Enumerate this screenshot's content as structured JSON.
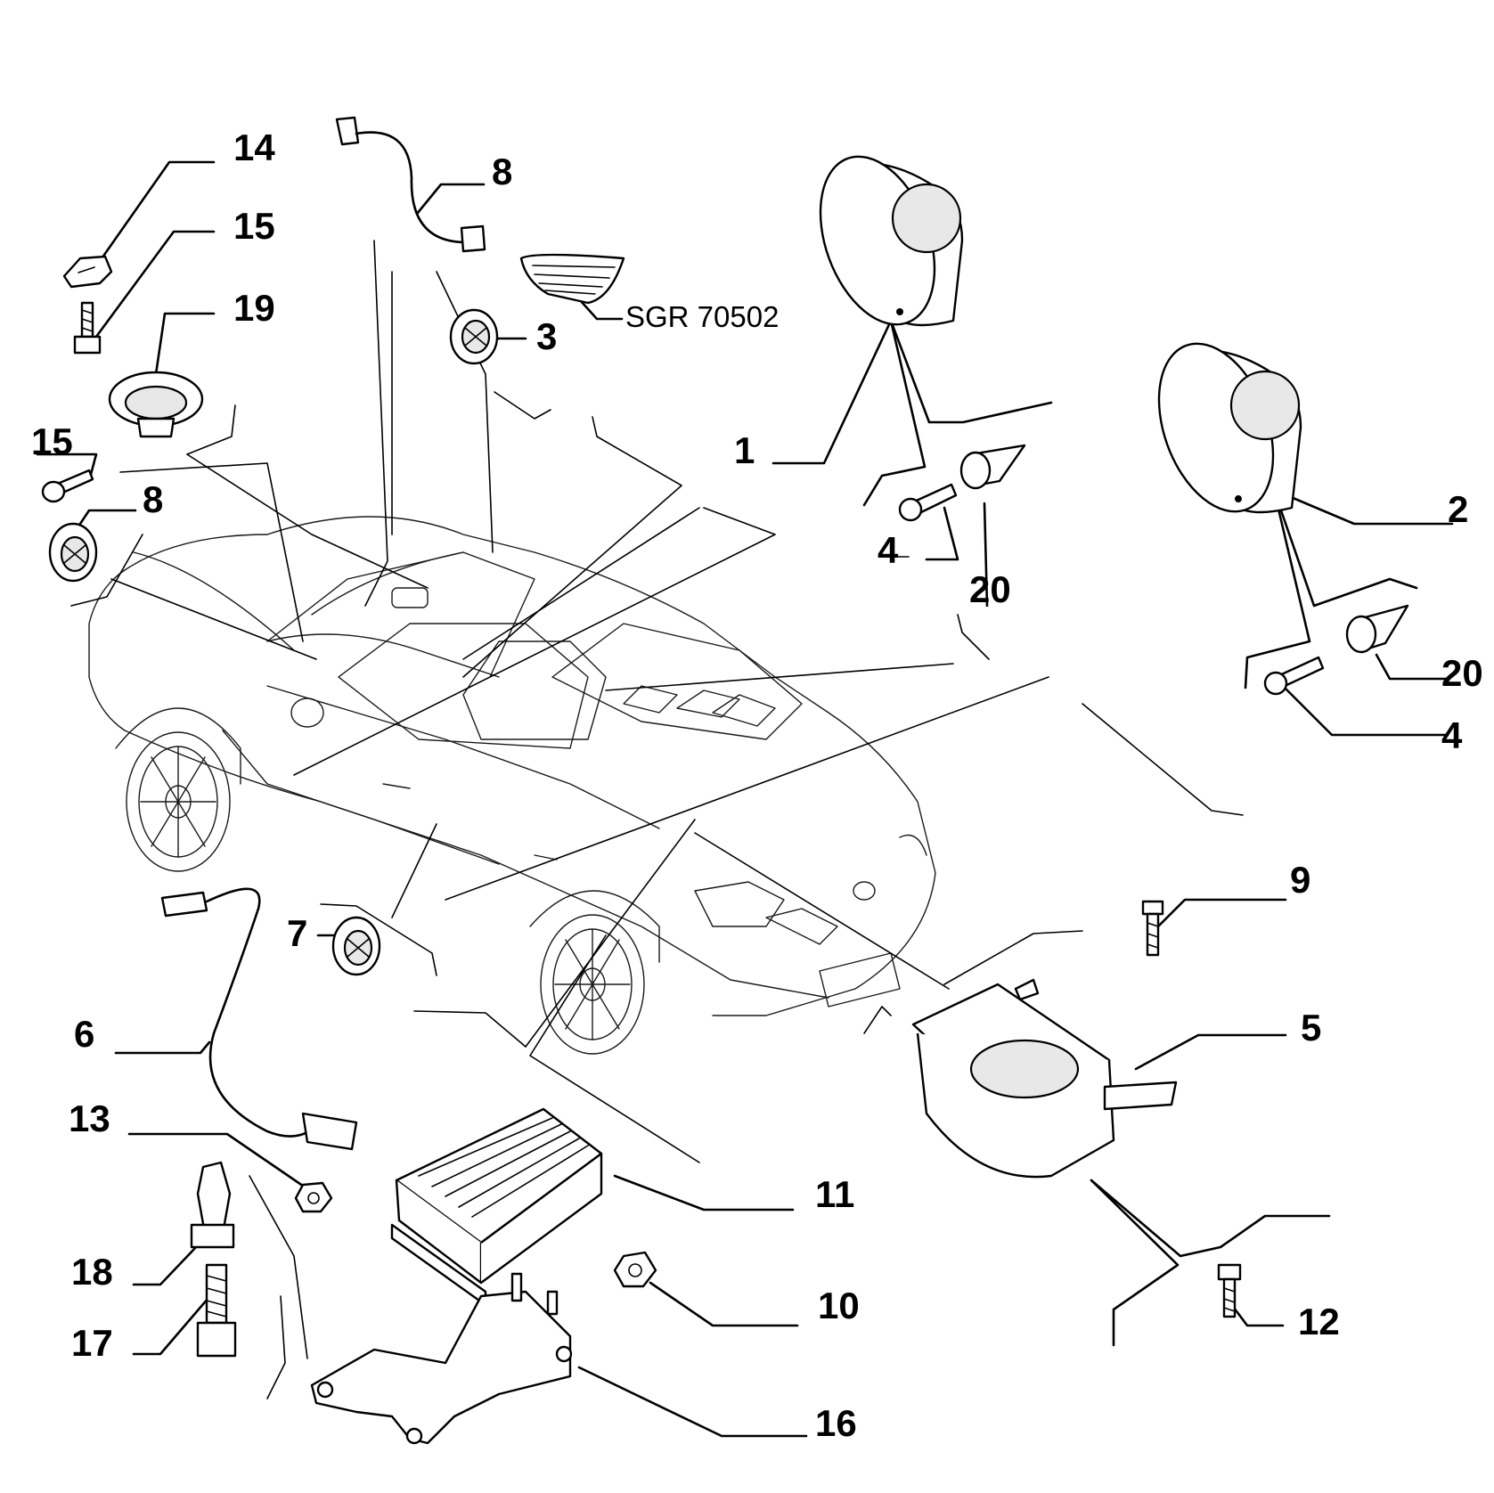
{
  "callouts": {
    "c14": "14",
    "c15a": "15",
    "c19": "19",
    "c15b": "15",
    "c8a": "8",
    "c8b": "8",
    "c3": "3",
    "c1": "1",
    "c2": "2",
    "c4a": "4",
    "c20a": "20",
    "c20b": "20",
    "c4b": "4",
    "c9": "9",
    "c5": "5",
    "c7": "7",
    "c6": "6",
    "c13": "13",
    "c11": "11",
    "c18": "18",
    "c17": "17",
    "c10": "10",
    "c12": "12",
    "c16": "16"
  },
  "reference_code": "SGR 70502"
}
